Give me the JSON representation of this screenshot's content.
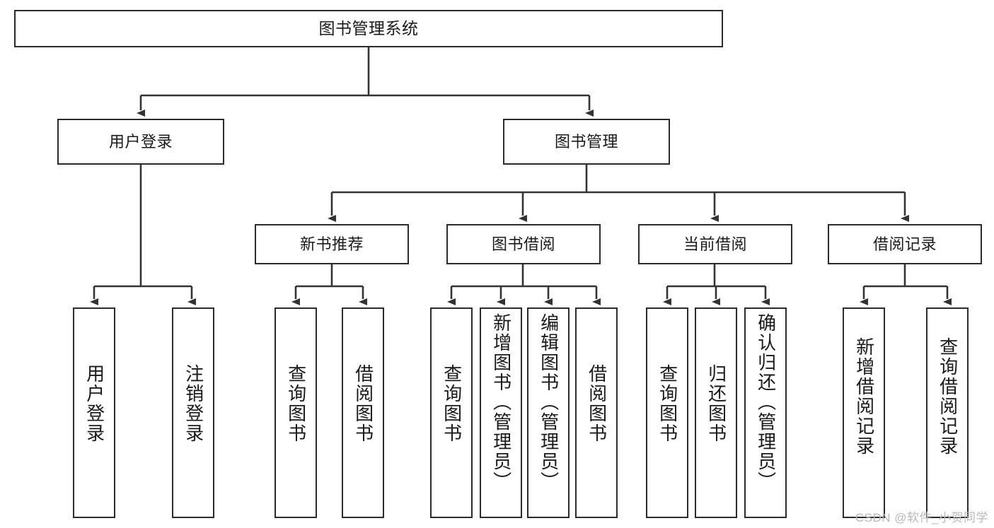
{
  "diagram": {
    "title": "图书管理系统",
    "watermark": "CSDN @软件_小贺同学",
    "colors": {
      "box_border": "#2b2b2b",
      "box_fill": "#ffffff",
      "line": "#333333",
      "text": "#1a1a1a",
      "watermark": "#b9b9b9"
    },
    "levels": {
      "root": {
        "label": "图书管理系统"
      },
      "level2": [
        {
          "id": "user-login",
          "label": "用户登录"
        },
        {
          "id": "book-management",
          "label": "图书管理"
        }
      ],
      "level3": [
        {
          "id": "new-book-recommend",
          "label": "新书推荐",
          "parent": "book-management"
        },
        {
          "id": "book-borrow",
          "label": "图书借阅",
          "parent": "book-management"
        },
        {
          "id": "current-borrow",
          "label": "当前借阅",
          "parent": "book-management"
        },
        {
          "id": "borrow-record",
          "label": "借阅记录",
          "parent": "book-management"
        }
      ],
      "leaves": [
        {
          "id": "leaf-user-login",
          "label": "用户登录",
          "parent": "user-login"
        },
        {
          "id": "leaf-logout-login",
          "label": "注销登录",
          "parent": "user-login"
        },
        {
          "id": "leaf-query-book-1",
          "label": "查询图书",
          "parent": "new-book-recommend"
        },
        {
          "id": "leaf-borrow-book-1",
          "label": "借阅图书",
          "parent": "new-book-recommend"
        },
        {
          "id": "leaf-query-book-2",
          "label": "查询图书",
          "parent": "book-borrow"
        },
        {
          "id": "leaf-add-book",
          "label": "新增图书（管理员）",
          "parent": "book-borrow"
        },
        {
          "id": "leaf-edit-book",
          "label": "编辑图书（管理员）",
          "parent": "book-borrow"
        },
        {
          "id": "leaf-borrow-book-2",
          "label": "借阅图书",
          "parent": "book-borrow"
        },
        {
          "id": "leaf-query-book-3",
          "label": "查询图书",
          "parent": "current-borrow"
        },
        {
          "id": "leaf-return-book",
          "label": "归还图书",
          "parent": "current-borrow"
        },
        {
          "id": "leaf-confirm-return",
          "label": "确认归还（管理员）",
          "parent": "current-borrow"
        },
        {
          "id": "leaf-add-record",
          "label": "新增借阅记录",
          "parent": "borrow-record"
        },
        {
          "id": "leaf-query-record",
          "label": "查询借阅记录",
          "parent": "borrow-record"
        }
      ]
    }
  }
}
